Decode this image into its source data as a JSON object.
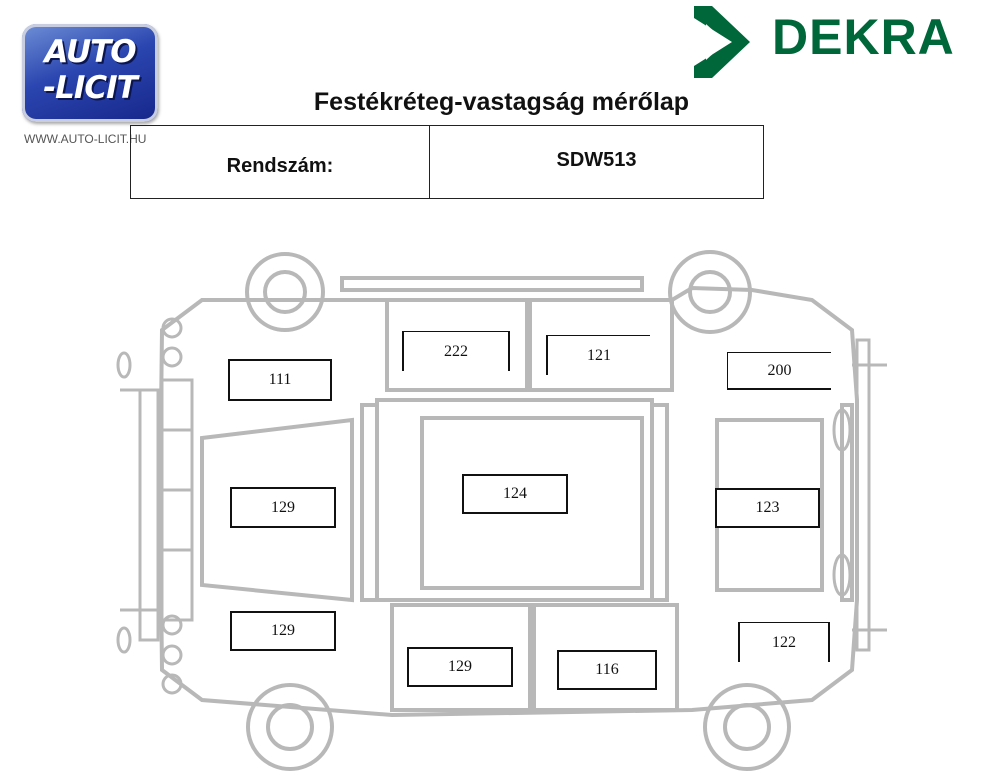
{
  "header": {
    "auto_licit_logo_line1": "AUTO",
    "auto_licit_logo_line2": "-LICIT",
    "website": "WWW.AUTO-LICIT.HU",
    "dekra_logo_text": "DEKRA",
    "title": "Festékréteg-vastagság mérőlap"
  },
  "registration": {
    "label": "Rendszám:",
    "value": "SDW513"
  },
  "measurements": {
    "roof": "124",
    "hood": "129",
    "front_left_fender": "111",
    "front_right_fender": "129",
    "front_left_door": "222",
    "rear_left_door": "121",
    "front_right_door": "129",
    "rear_right_door": "116",
    "rear_left_fender": "200",
    "rear_right_fender": "122",
    "trunk_lid": "123"
  },
  "colors": {
    "dekra_green": "#00673a",
    "auto_licit_blue": "#2b46b0",
    "diagram_line": "#b8b8b8"
  }
}
